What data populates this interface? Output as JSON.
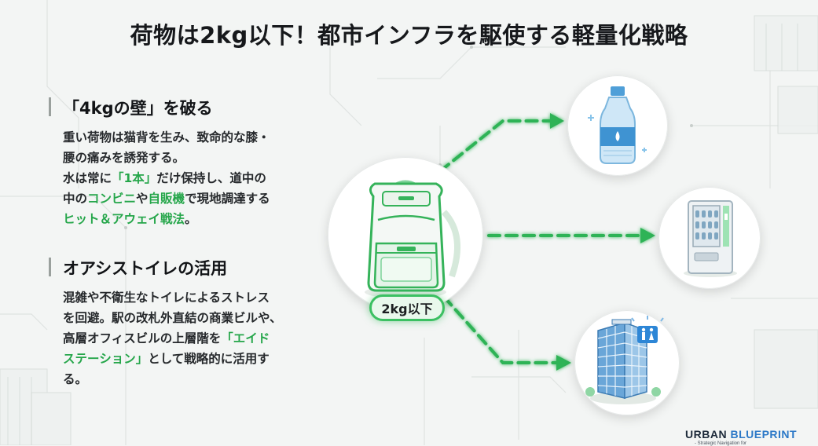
{
  "title": "荷物は2kg以下！都市インフラを駆使する軽量化戦略",
  "section1": {
    "heading": "「4kgの壁」を破る",
    "line1": "重い荷物は猫背を生み、致命的な膝・",
    "line2": "腰の痛みを誘発する。",
    "line3a": "水は常に",
    "line3b": "「1本」",
    "line3c": "だけ保持し、道中の",
    "line4a": "中の",
    "line4b": "コンビニ",
    "line4c": "や",
    "line4d": "自販機",
    "line4e": "で現地調達する",
    "line5a": "ヒット＆アウェイ戦法",
    "line5b": "。"
  },
  "section2": {
    "heading": "オアシストイレの活用",
    "line1": "混雑や不衛生なトイレによるストレス",
    "line2": "を回避。駅の改札外直結の商業ビルや、",
    "line3a": "高層オフィスビルの上層階を",
    "line3b": "「エイド",
    "line4a": "ステーション」",
    "line4b": "として戦略的に活用す",
    "line5": "る。"
  },
  "center": {
    "badge": "2kg以下"
  },
  "icons": {
    "backpack": "backpack-icon",
    "water": "water-bottle-icon",
    "vending": "vending-machine-icon",
    "building": "office-building-icon",
    "restroom": "restroom-sign-icon"
  },
  "colors": {
    "accent": "#25a64a",
    "glow": "#3cc062",
    "logo_blue": "#2b78c7"
  },
  "logo": {
    "part1": "URBAN ",
    "part2": "BLUEPRINT",
    "tagline": "- Strategic Navigation for"
  }
}
